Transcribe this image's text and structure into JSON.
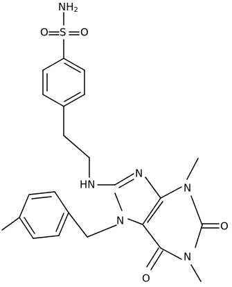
{
  "labels": {
    "nh2": "NH",
    "nh2_sub": "2",
    "s": "S",
    "o_left": "O",
    "o_right": "O",
    "nh": "HN",
    "n_imidazole_top": "N",
    "n_bottom": "N",
    "n_right_top": "N",
    "n_right_bottom": "N",
    "o_carbonyl_right": "O",
    "o_carbonyl_bottom": "O"
  },
  "colors": {
    "bond": "#000000",
    "text": "#000000",
    "background": "#ffffff"
  }
}
